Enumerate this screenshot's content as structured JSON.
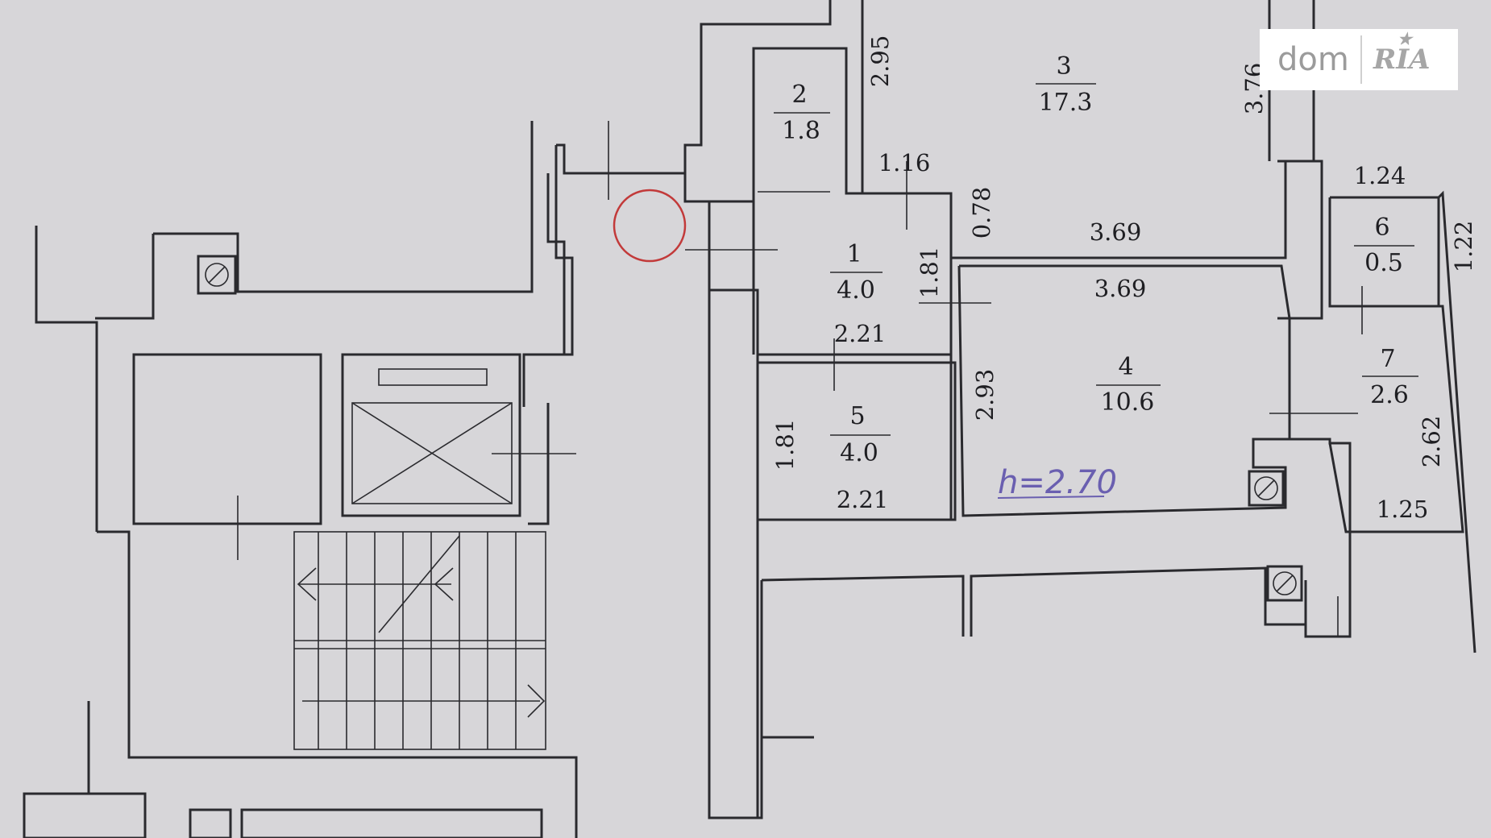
{
  "watermark": {
    "brand_left": "dom",
    "brand_right": "RIA"
  },
  "rooms": [
    {
      "number": "1",
      "area": "4.0"
    },
    {
      "number": "2",
      "area": "1.8"
    },
    {
      "number": "3",
      "area": "17.3"
    },
    {
      "number": "4",
      "area": "10.6"
    },
    {
      "number": "5",
      "area": "4.0"
    },
    {
      "number": "6",
      "area": "0.5"
    },
    {
      "number": "7",
      "area": "2.6"
    }
  ],
  "dimensions": {
    "room2_side": "2.95",
    "room3_side": "3.76",
    "room1_top": "1.16",
    "gap_side": "0.78",
    "corridor_top": "3.69",
    "room4_top": "3.69",
    "room1_side": "1.81",
    "room1_bottom": "2.21",
    "room4_side": "2.93",
    "room5_side": "1.81",
    "room5_bottom": "2.21",
    "room6_top": "1.24",
    "room6_side": "1.22",
    "room7_side": "2.62",
    "room7_bottom": "1.25"
  },
  "ceiling_height_note": "h=2.70",
  "colors": {
    "paper": "#d7d6d9",
    "ink": "#2a2a2e",
    "marker": "#c23a3a",
    "note": "#6a5fb0"
  }
}
